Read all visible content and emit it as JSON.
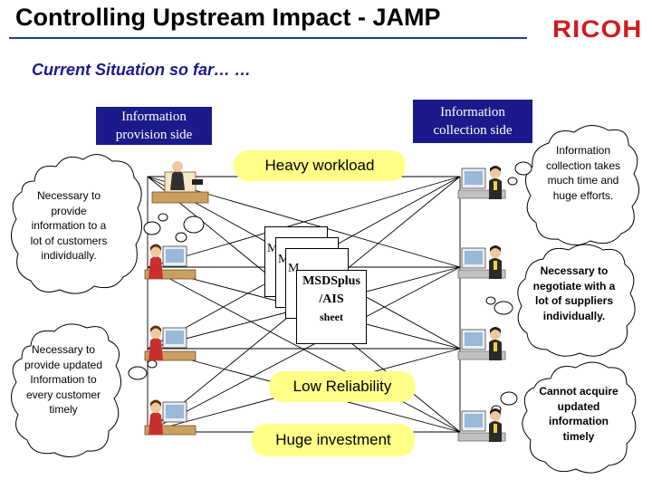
{
  "title": "Controlling Upstream Impact - JAMP",
  "logo": "RICOH",
  "subtitle": "Current Situation so far… …",
  "provision_side": "Information provision side",
  "collection_side": "Information collection side",
  "labels": {
    "heavy_workload": "Heavy workload",
    "low_reliability": "Low Reliability",
    "huge_investment": "Huge investment"
  },
  "sheet": {
    "letter": "M",
    "title": "MSDSplus /AIS",
    "subtitle": "sheet"
  },
  "clouds": {
    "left_top": "Necessary to provide information to a lot of customers individually.",
    "left_bottom": "Necessary to provide updated Information to every customer timely",
    "right_top": "Information collection takes much time and huge efforts.",
    "right_middle": "Necessary to negotiate with a lot of suppliers individually.",
    "right_bottom": "Cannot acquire updated information timely"
  },
  "colors": {
    "title_rule": "#1f3f9a",
    "side_box": "#1a1a8c",
    "pill": "#ffff88",
    "logo": "#d01c1c"
  }
}
